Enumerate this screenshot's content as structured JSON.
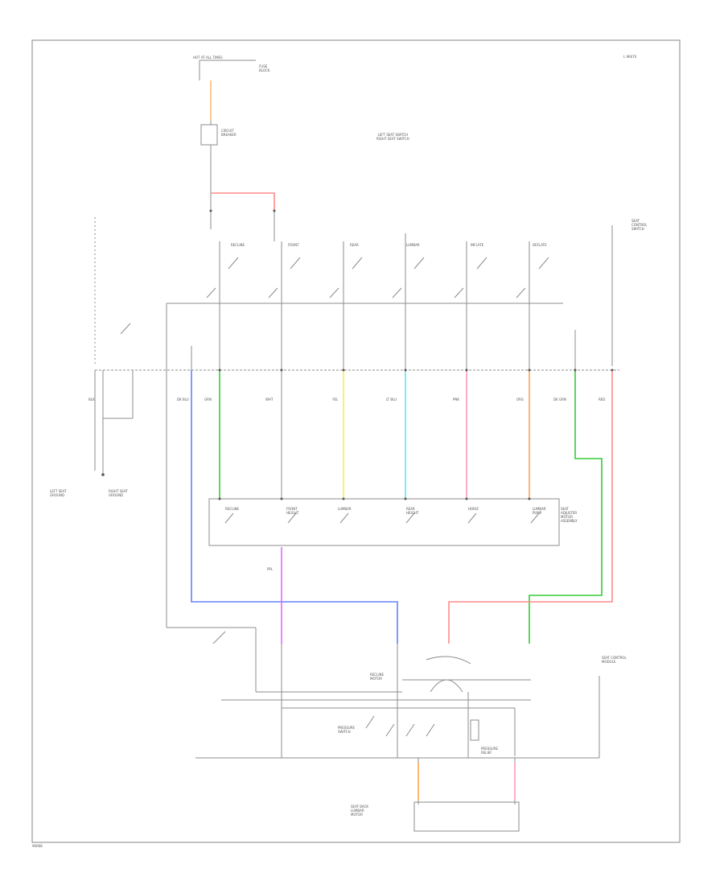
{
  "diagram_id": "L 96670",
  "footer_code": "96668",
  "title": "LEFT SEAT SWITCH\nRIGHT SEAT SWITCH",
  "colors": {
    "frame": "#9a9a9a",
    "wire": "#8c8c8c",
    "red": "#ff8a8a",
    "orange": "#ffa64d",
    "green": "#33cc33",
    "yellow": "#f2f24d",
    "cyan": "#66e6e6",
    "pink": "#ff99bb",
    "blue": "#6680ff",
    "magenta": "#e666ff"
  },
  "labels": {
    "hot_at_all_times": "HOT AT ALL TIMES",
    "fuse": "FUSE\nBLOCK",
    "circuit_breaker": "CIRCUIT\nBREAKER",
    "red": "RED",
    "wht": "WHT",
    "grn": "GRN",
    "yel": "YEL",
    "lt_blu": "LT BLU",
    "pnk": "PNK",
    "org": "ORG",
    "dk_grn": "DK GRN",
    "blk": "BLK",
    "dk_blu": "DK BLU",
    "ppl": "PPL",
    "g_left": "LEFT SEAT\nGROUND",
    "g_right": "RIGHT SEAT\nGROUND",
    "seat_switch": "SEAT\nCONTROL\nSWITCH",
    "adj_module": "SEAT\nADJUSTER\nMOTOR\nASSEMBLY",
    "control_module": "SEAT CONTROL\nMODULE",
    "pressure_switch": "PRESSURE\nSWITCH",
    "pressure_relief": "PRESSURE\nRELIEF",
    "seat_back": "SEAT BACK\nLUMBAR\nMOTOR",
    "recline_motor": "RECLINE\nMOTOR"
  },
  "switch_headers": [
    "RECLINE",
    "FRONT",
    "REAR",
    "LUMBAR",
    "INFLATE",
    "DEFLATE"
  ],
  "motor_labels": [
    "RECLINE",
    "FRONT\nHEIGHT",
    "LUMBAR",
    "REAR\nHEIGHT",
    "HORIZ",
    "LUMBAR\nPUMP"
  ]
}
